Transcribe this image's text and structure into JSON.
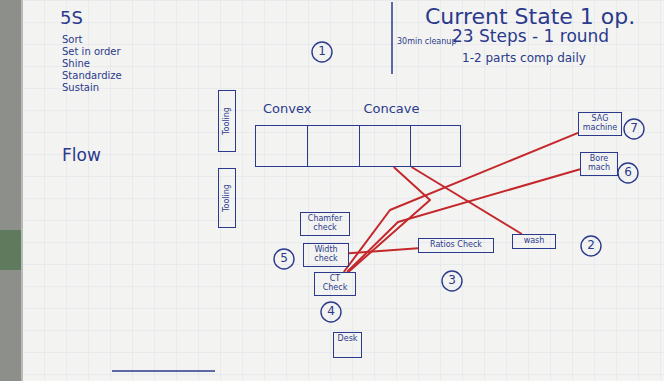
{
  "diagram": {
    "title": "Current State 1 op.",
    "nodes": [
      {
        "text": [
          "Tooling"
        ]
      },
      {
        "text": [
          "Tooling"
        ]
      },
      {
        "text": [
          "Convex",
          "Concave"
        ]
      },
      {
        "text": [
          "SAG machine"
        ]
      },
      {
        "text": [
          "Bore mach"
        ]
      },
      {
        "text": [
          "wash"
        ]
      },
      {
        "text": [
          "Ratios Check"
        ]
      },
      {
        "text": [
          "Chamfer check"
        ]
      },
      {
        "text": [
          "Width check"
        ]
      },
      {
        "text": [
          "CT Check"
        ]
      },
      {
        "text": [
          "Desk"
        ]
      }
    ],
    "edges": [
      {
        "from": 2,
        "to": 5,
        "arrow": "none"
      },
      {
        "from": 2,
        "to": 9,
        "arrow": "none"
      },
      {
        "from": 9,
        "to": 3,
        "arrow": "none"
      },
      {
        "from": 9,
        "to": 4,
        "arrow": "none"
      },
      {
        "from": 8,
        "to": 6,
        "arrow": "none"
      }
    ],
    "labels": [
      "5S",
      "Sort",
      "Set in order",
      "Shine",
      "Standardize",
      "Sustain",
      "Flow",
      "30min cleanup",
      "23 Steps - 1 round",
      "1-2 parts comp daily",
      "1",
      "2",
      "3",
      "4",
      "5",
      "6",
      "7"
    ]
  }
}
